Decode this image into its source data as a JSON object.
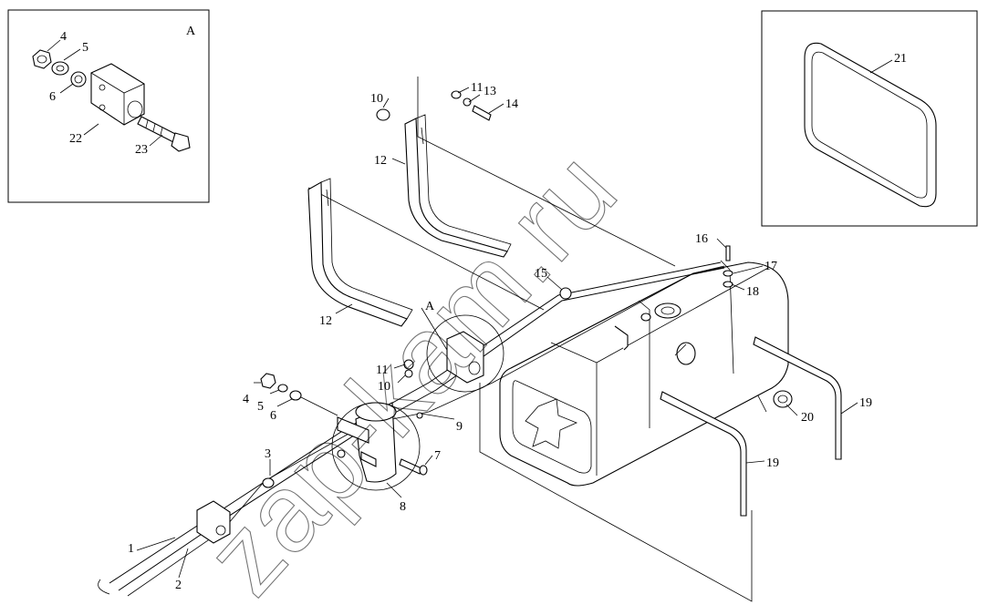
{
  "inset_a": {
    "title": "A",
    "callouts": [
      "4",
      "5",
      "6",
      "22",
      "23"
    ]
  },
  "inset_seal": {
    "callouts": [
      "21"
    ]
  },
  "main_callouts": [
    "1",
    "2",
    "3",
    "4",
    "5",
    "6",
    "7",
    "8",
    "9",
    "10",
    "11",
    "12",
    "13",
    "14",
    "15",
    "16",
    "17",
    "18",
    "19",
    "20"
  ],
  "view_marker": "A",
  "watermark": "zap-kam.ru"
}
